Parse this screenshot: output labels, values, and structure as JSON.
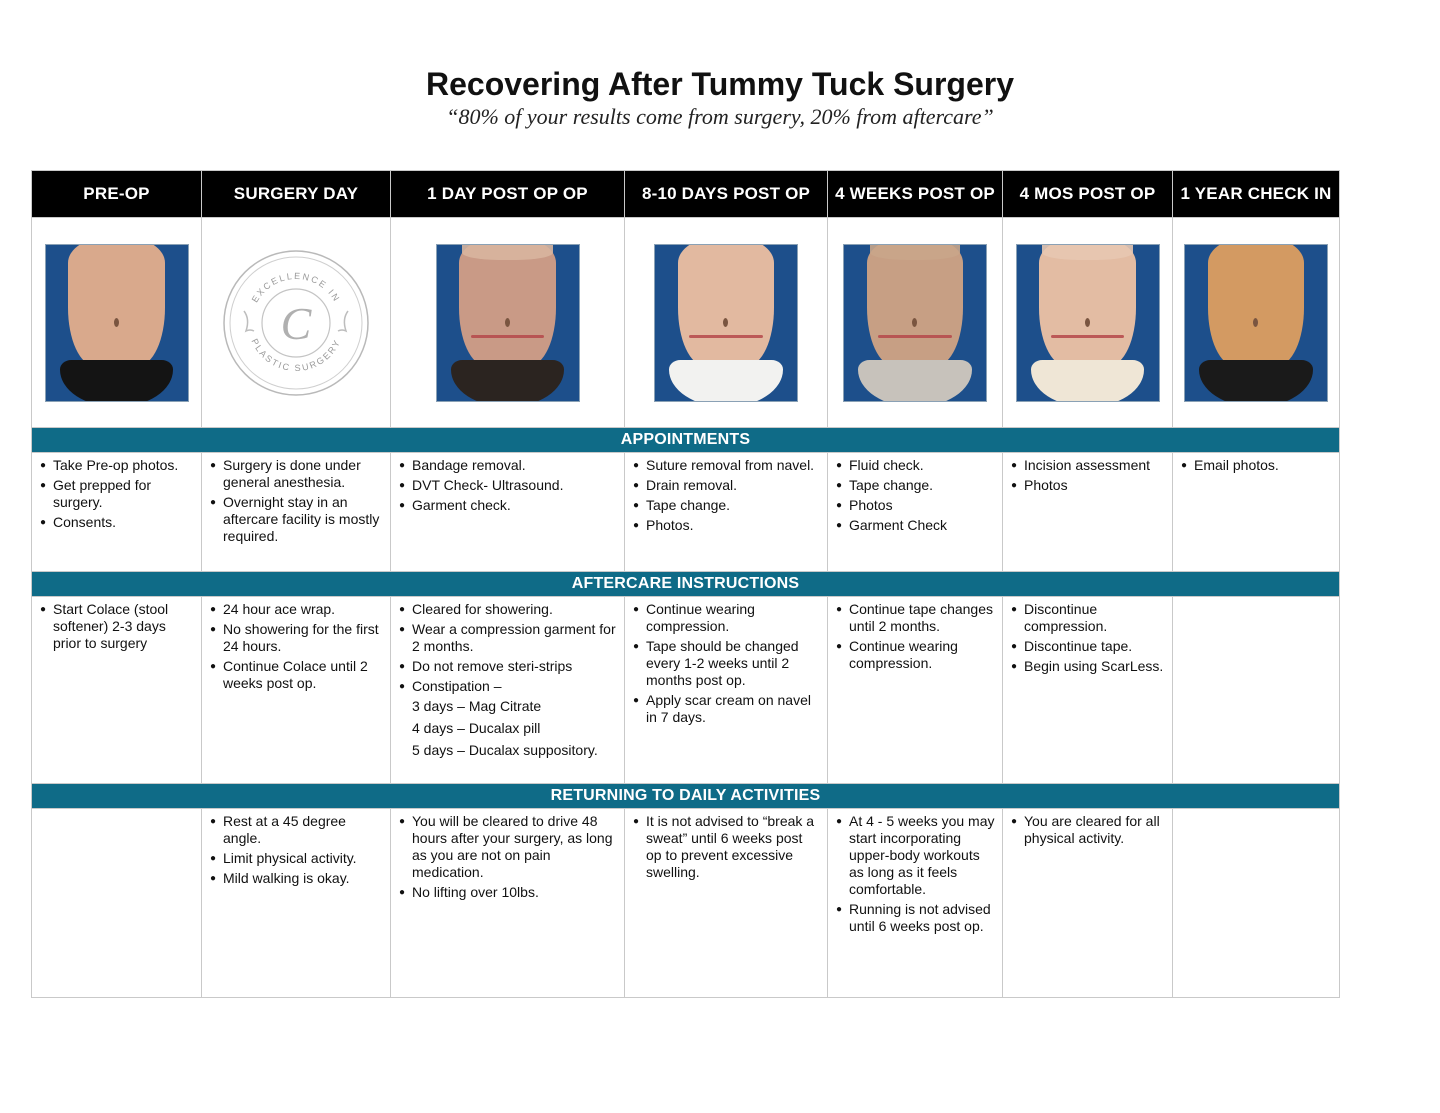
{
  "header": {
    "title": "Recovering After Tummy Tuck Surgery",
    "subtitle": "“80% of your results come from surgery, 20% from aftercare”"
  },
  "stages": [
    {
      "label": "PRE-OP",
      "photo": "pre-op"
    },
    {
      "label": "SURGERY  DAY",
      "photo": "logo"
    },
    {
      "label": "1 DAY POST OP OP",
      "photo": "1-day"
    },
    {
      "label": "8-10 DAYS POST OP",
      "photo": "8-10-days"
    },
    {
      "label": "4 WEEKS POST OP",
      "photo": "4-weeks"
    },
    {
      "label": "4 MOS POST OP",
      "photo": "4-months"
    },
    {
      "label": "1 YEAR CHECK IN",
      "photo": "1-year"
    }
  ],
  "logo": {
    "arc_top": "EXCELLENCE IN",
    "arc_bottom": "PLASTIC SURGERY",
    "monogram": "C"
  },
  "sections": [
    {
      "title": "APPOINTMENTS",
      "cells": [
        [
          {
            "text": "Take Pre-op photos."
          },
          {
            "text": "Get prepped for surgery."
          },
          {
            "text": "Consents."
          }
        ],
        [
          {
            "text": "Surgery is done under general anesthesia."
          },
          {
            "text": "Overnight stay in an aftercare facility is mostly required."
          }
        ],
        [
          {
            "text": "Bandage removal."
          },
          {
            "text": "DVT Check- Ultrasound."
          },
          {
            "text": "Garment check."
          }
        ],
        [
          {
            "text": "Suture removal from navel."
          },
          {
            "text": "Drain removal."
          },
          {
            "text": "Tape change."
          },
          {
            "text": "Photos."
          }
        ],
        [
          {
            "text": "Fluid check."
          },
          {
            "text": "Tape change."
          },
          {
            "text": "Photos"
          },
          {
            "text": "Garment Check"
          }
        ],
        [
          {
            "text": "Incision assessment"
          },
          {
            "text": "Photos"
          }
        ],
        [
          {
            "text": "Email photos."
          }
        ]
      ]
    },
    {
      "title": "AFTERCARE INSTRUCTIONS",
      "cells": [
        [
          {
            "text": "Start Colace (stool softener)  2-3 days prior to surgery"
          }
        ],
        [
          {
            "text": "24 hour ace wrap."
          },
          {
            "text": "No showering for the first 24 hours."
          },
          {
            "text": "Continue Colace until 2 weeks post op."
          }
        ],
        [
          {
            "text": "Cleared for showering."
          },
          {
            "text": "Wear a compression garment for 2 months."
          },
          {
            "text": "Do not remove steri-strips"
          },
          {
            "text": "Constipation –"
          },
          {
            "text": "3 days – Mag Citrate",
            "sub": true
          },
          {
            "text": "4 days – Ducalax pill",
            "sub": true
          },
          {
            "text": "5 days – Ducalax suppository.",
            "sub": true
          }
        ],
        [
          {
            "text": "Continue wearing compression."
          },
          {
            "text": "Tape should be changed every 1-2 weeks until 2 months post op."
          },
          {
            "text": "Apply scar cream on navel in 7 days."
          }
        ],
        [
          {
            "text": "Continue tape changes until 2 months."
          },
          {
            "text": "Continue wearing compression."
          }
        ],
        [
          {
            "text": "Discontinue compression."
          },
          {
            "text": "Discontinue tape."
          },
          {
            "text": "Begin using ScarLess."
          }
        ],
        []
      ]
    },
    {
      "title": "RETURNING TO DAILY ACTIVITIES",
      "cells": [
        [],
        [
          {
            "text": "Rest at a 45 degree angle."
          },
          {
            "text": "Limit physical activity."
          },
          {
            "text": "Mild walking is okay."
          }
        ],
        [
          {
            "text": "You will be cleared to drive 48 hours after your surgery, as long as you are not on pain medication."
          },
          {
            "text": "No lifting over 10lbs."
          }
        ],
        [
          {
            "text": "It is not advised to “break a sweat” until 6 weeks post op to prevent excessive swelling."
          }
        ],
        [
          {
            "text": "At 4 - 5 weeks you may start incorporating upper-body workouts as long as it feels comfortable."
          },
          {
            "text": "Running is not advised until 6 weeks post op."
          }
        ],
        [
          {
            "text": "You are cleared for all physical activity."
          }
        ],
        []
      ]
    }
  ],
  "colors": {
    "header_bg": "#000000",
    "section_band": "#0f6b87",
    "photo_backdrop": "#1d4f8b"
  }
}
